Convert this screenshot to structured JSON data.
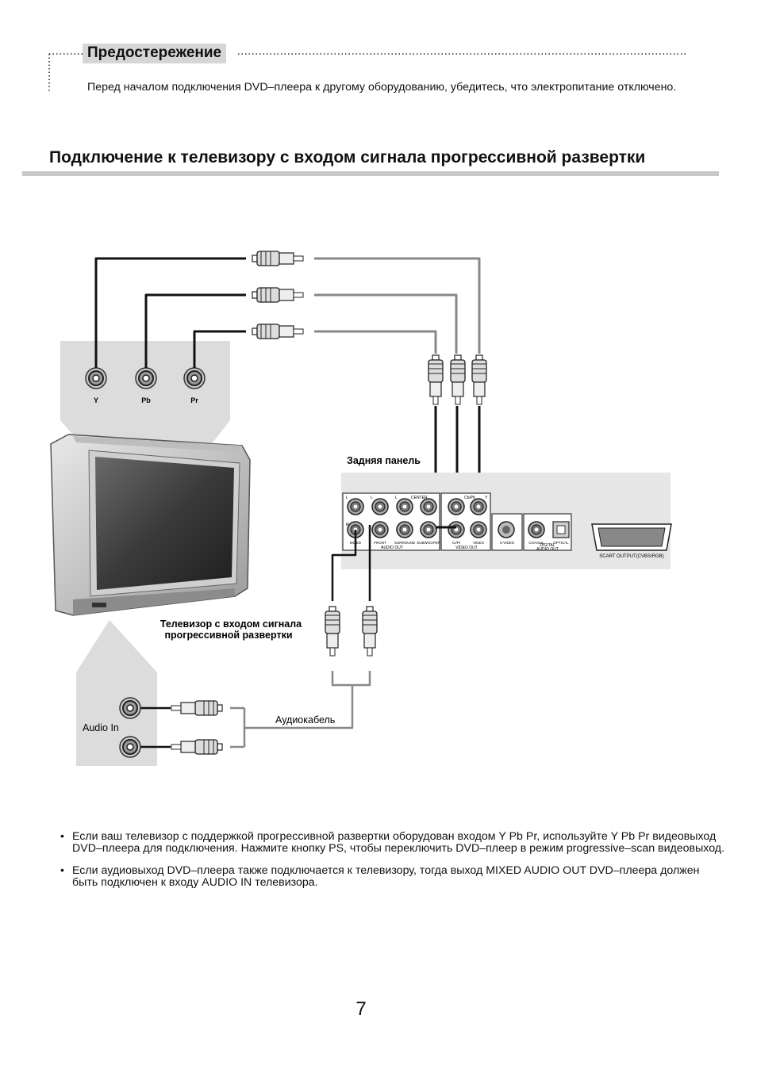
{
  "caution": {
    "title": "Предостережение",
    "text": "Перед началом подключения DVD–плеера к другому оборудованию, убедитесь, что электропитание отключено."
  },
  "section": {
    "title": "Подключение к телевизору с входом сигнала прогрессивной развертки"
  },
  "diagram": {
    "tv_jacks": [
      "Y",
      "Pb",
      "Pr"
    ],
    "rear_panel_label": "Задняя панель",
    "tv_label_line1": "Телевизор с входом сигнала",
    "tv_label_line2": "прогрессивной развертки",
    "audio_in_label": "Audio In",
    "audio_cable_label": "Аудиокабель",
    "panel": {
      "left_labels": [
        "L",
        "R"
      ],
      "center_label": "CENTER",
      "mixed_label": "MIXED",
      "front_label": "FRONT",
      "surround_label": "SURROUND",
      "subwoofer_label": "SUBWOOFER",
      "audio_out_label": "AUDIO OUT",
      "cb_pb_label": "Cb/Pb",
      "y_label": "Y",
      "cr_pr_label": "Cr/Pr",
      "video_label": "VIDEO",
      "video_out_label": "VIDEO OUT",
      "svideo_label": "S-VIDEO",
      "coaxial_label": "COAXIAL",
      "optical_label": "OPTICAL",
      "digital_label": "DIGITAL",
      "digital_audio_out_label": "AUDIO OUT",
      "scart_label": "SCART OUTPUT(CVBS/RGB)"
    }
  },
  "bullets": [
    "Если ваш телевизор с поддержкой прогрессивной развертки оборудован входом Y Pb Pr, используйте Y Pb Pr видеовыход DVD–плеера для подключения. Нажмите кнопку PS, чтобы переключить DVD–плеер в режим progressive–scan видеовыход.",
    "Если аудиовыход DVD–плеера также подключается к телевизору, тогда выход MIXED AUDIO OUT DVD–плеера должен быть подключен к входу AUDIO IN телевизора."
  ],
  "bullet_symbol": "•",
  "page_number": "7"
}
